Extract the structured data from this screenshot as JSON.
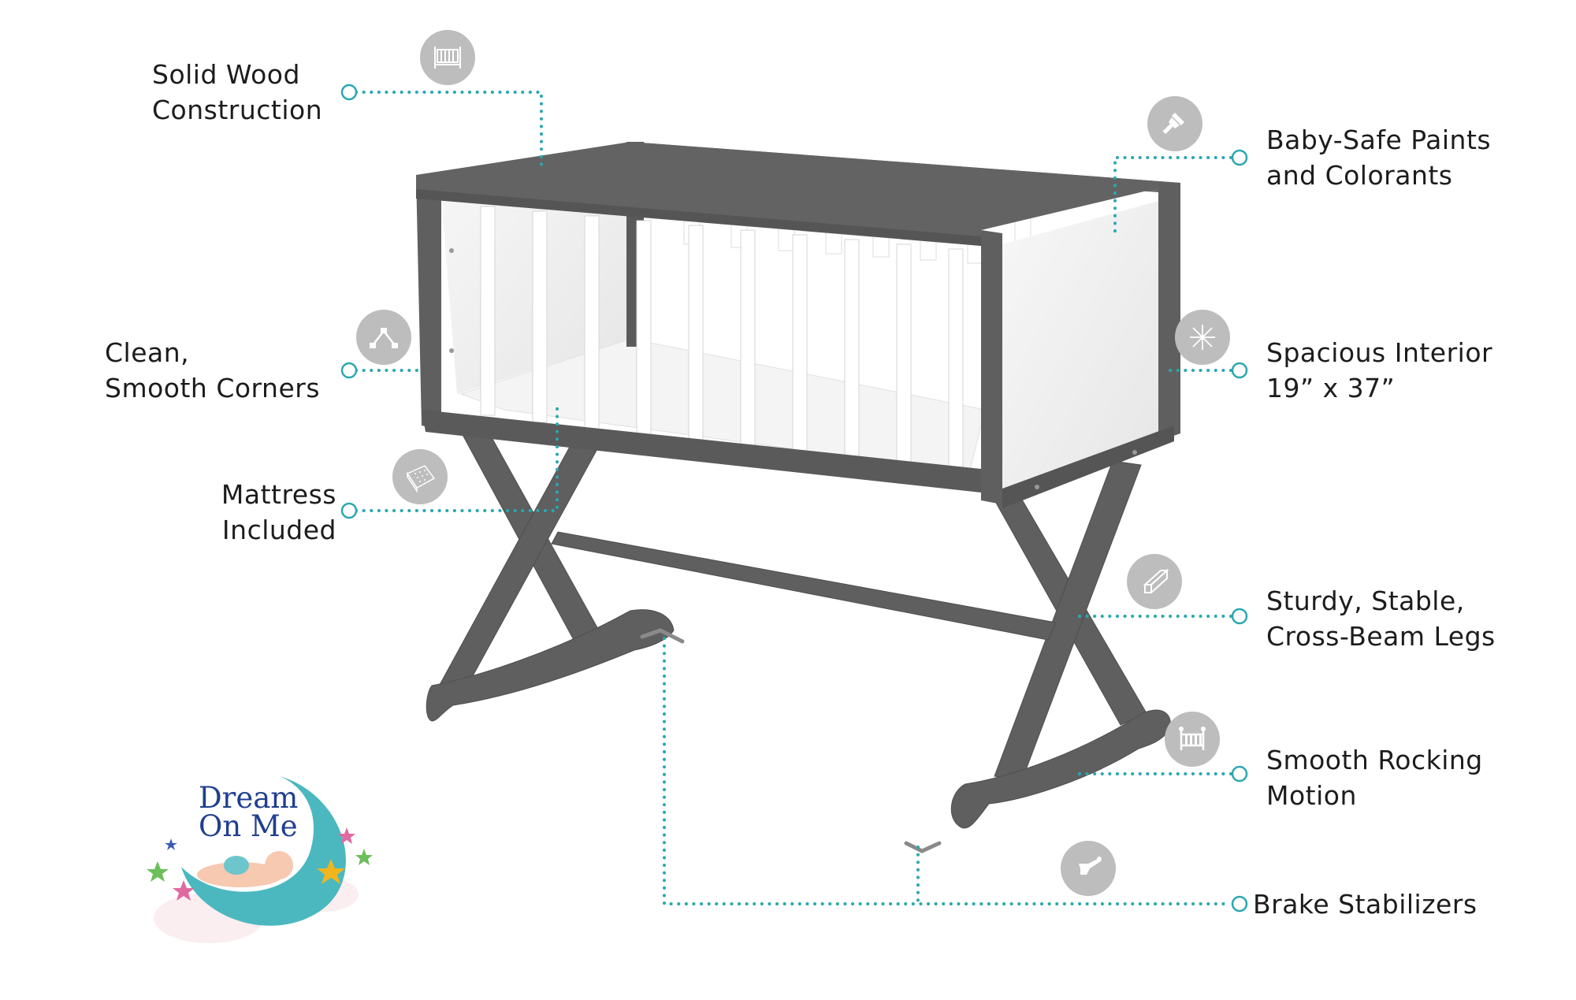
{
  "brand": {
    "name_line1": "Dream",
    "name_line2": "On Me",
    "colors": {
      "text": "#1f3f8f",
      "moon": "#4bb8c0"
    }
  },
  "product": {
    "image_description": "Gray and white rocking baby cradle with cross-beam legs",
    "colors": {
      "frame": "#5f5f5f",
      "panel": "#f2f2f2",
      "slat": "#ffffff"
    }
  },
  "style": {
    "connector_color": "#2aa8b0",
    "icon_bg": "#bdbdbd",
    "label_color": "#1c1c1c"
  },
  "features": [
    {
      "id": "solid-wood",
      "line1": "Solid Wood",
      "line2": "Construction",
      "icon": "crib-icon",
      "side": "left"
    },
    {
      "id": "smooth-corners",
      "line1": "Clean,",
      "line2": "Smooth Corners",
      "icon": "corner-angle-icon",
      "side": "left"
    },
    {
      "id": "mattress",
      "line1": "Mattress",
      "line2": "Included",
      "icon": "mattress-icon",
      "side": "left"
    },
    {
      "id": "safe-paints",
      "line1": "Baby-Safe Paints",
      "line2": "and Colorants",
      "icon": "paintbrush-icon",
      "side": "right"
    },
    {
      "id": "spacious",
      "line1": "Spacious Interior",
      "line2": "19” x 37”",
      "icon": "expand-arrows-icon",
      "side": "right"
    },
    {
      "id": "sturdy-legs",
      "line1": "Sturdy, Stable,",
      "line2": "Cross-Beam Legs",
      "icon": "beam-icon",
      "side": "right"
    },
    {
      "id": "rocking",
      "line1": "Smooth Rocking",
      "line2": "Motion",
      "icon": "cradle-icon",
      "side": "right"
    },
    {
      "id": "brake",
      "line1": "Brake Stabilizers",
      "icon": "brake-lever-icon",
      "side": "right"
    }
  ]
}
